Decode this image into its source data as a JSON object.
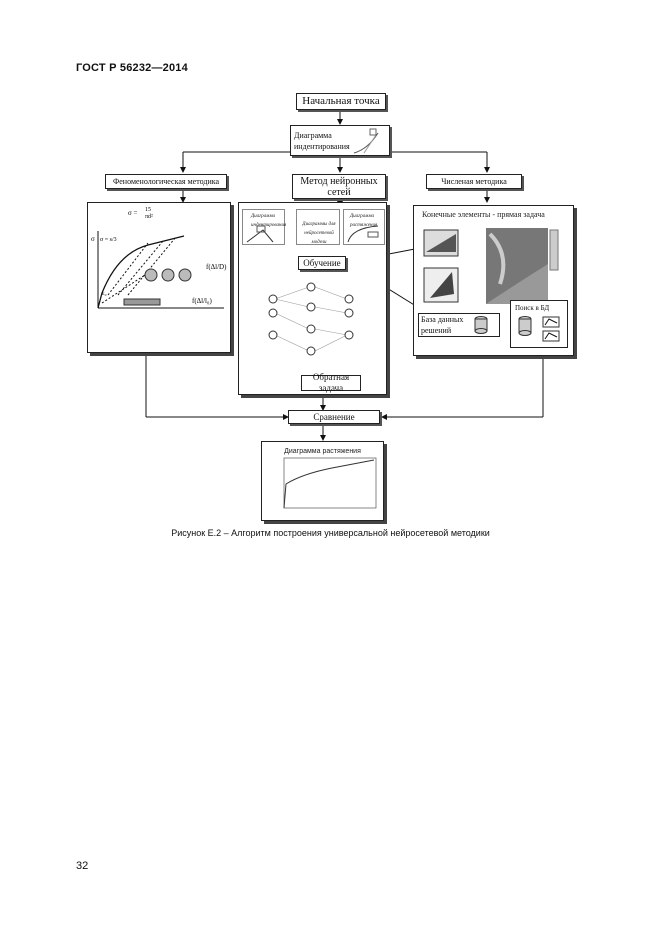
{
  "header": {
    "standard": "ГОСТ Р 56232—2014"
  },
  "flow": {
    "start": "Начальная точка",
    "indentation_diagram": "Диаграмма индентирования",
    "phenomenological": "Феноменологическая методика",
    "neural_method": "Метод нейронных сетей",
    "numerical": "Численая методика",
    "fe_direct": "Конечные элементы - прямая задача",
    "training": "Обучение",
    "inverse": "Обратная задача",
    "db_solutions": "База данных решений",
    "db_search": "Поиск в БД",
    "comparison": "Сравнение",
    "tension_diagram": "Диаграмма растяжения"
  },
  "nn_panel": {
    "mini1": "Диаграмма индентирования",
    "mini2": "Диаграммы для нейросетевой модели",
    "mini3": "Диаграмма растяжения"
  },
  "caption": "Рисунок Е.2 – Алгоритм построения универсальной нейросетевой методики",
  "page_number": "32"
}
